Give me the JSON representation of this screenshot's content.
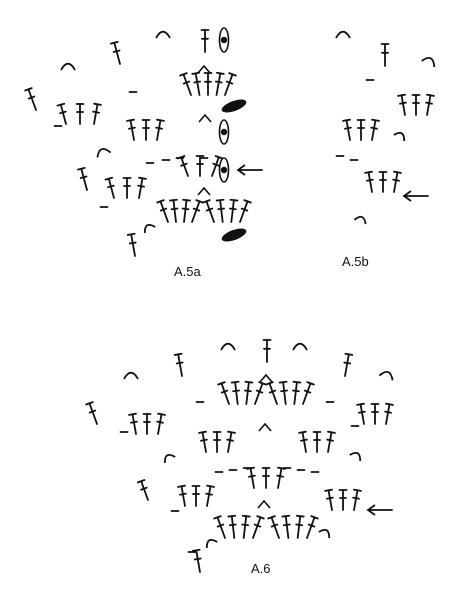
{
  "diagrams": [
    {
      "label": "A.5a"
    },
    {
      "label": "A.5b"
    },
    {
      "label": "A.6"
    }
  ],
  "symbols": {
    "treble": "treble-crochet-symbol",
    "chain": "chain-symbol",
    "chain_space": "chain-space-arc-symbol",
    "slip_stitch": "slip-stitch-symbol",
    "picot": "picot-symbol",
    "arrow": "arrow-left-icon"
  },
  "colors": {
    "ink": "#111111",
    "background": "#ffffff"
  }
}
